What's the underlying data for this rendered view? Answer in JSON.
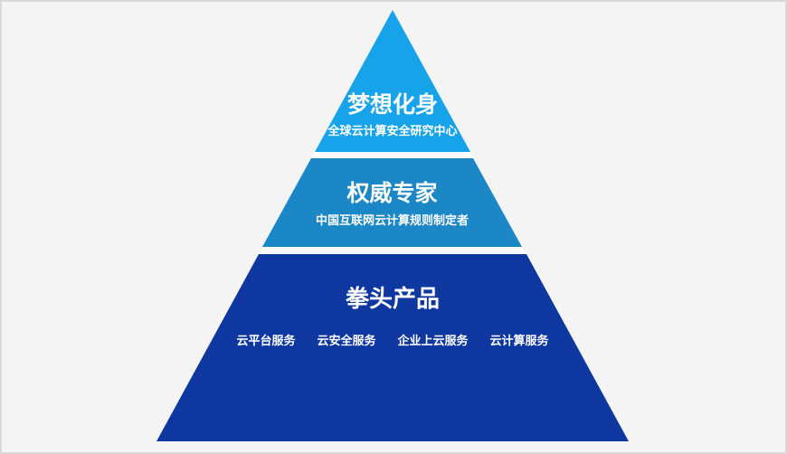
{
  "canvas": {
    "background": "#f4f4f5",
    "border_color": "#d9d9d9",
    "gap_color": "#ffffff"
  },
  "pyramid": {
    "tiers": [
      {
        "id": "dream",
        "title": "梦想化身",
        "subtitle": "全球云计算安全研究中心",
        "color": "#17a3e9"
      },
      {
        "id": "expert",
        "title": "权威专家",
        "subtitle": "中国互联网云计算规则制定者",
        "color": "#1b87c6"
      },
      {
        "id": "product",
        "title": "拳头产品",
        "items": [
          "云平台服务",
          "云安全服务",
          "企业上云服务",
          "云计算服务"
        ],
        "color": "#0e37a0"
      }
    ]
  }
}
